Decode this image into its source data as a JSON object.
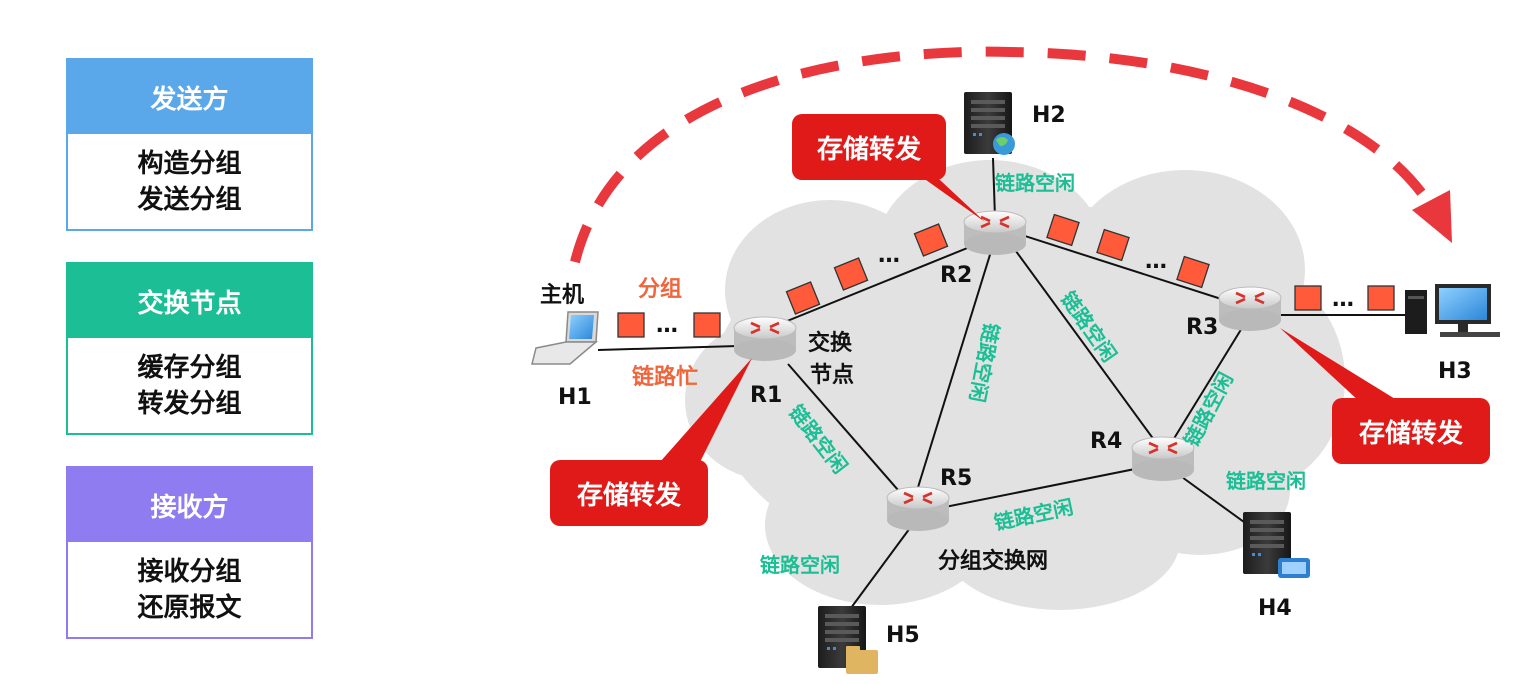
{
  "cards": {
    "sender": {
      "title": "发送方",
      "line1": "构造分组",
      "line2": "发送分组"
    },
    "node": {
      "title": "交换节点",
      "line1": "缓存分组",
      "line2": "转发分组"
    },
    "receiver": {
      "title": "接收方",
      "line1": "接收分组",
      "line2": "还原报文"
    }
  },
  "hosts": {
    "h1": "H1",
    "h2": "H2",
    "h3": "H3",
    "h4": "H4",
    "h5": "H5"
  },
  "routers": {
    "r1": "R1",
    "r2": "R2",
    "r3": "R3",
    "r4": "R4",
    "r5": "R5"
  },
  "labels": {
    "host_main": "主机",
    "packet": "分组",
    "link_busy": "链路忙",
    "switch_node_1": "交换",
    "switch_node_2": "节点",
    "network_name": "分组交换网",
    "link_idle": "链路空闲",
    "ellipsis": "…"
  },
  "callouts": {
    "store_forward": "存储转发"
  },
  "colors": {
    "sender": "#5aa7ea",
    "node": "#1cbf95",
    "receiver": "#8f7cf0",
    "packet": "#ff5a3a",
    "callout": "#e01919",
    "link_idle_text": "#1cbf95",
    "link_busy_text": "#f0663c",
    "cloud": "#e2e2e2"
  }
}
